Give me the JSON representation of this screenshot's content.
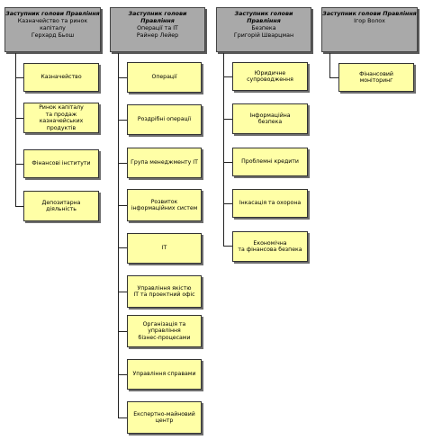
{
  "columns": [
    {
      "head": [
        "Заступник голови Правління",
        "Казначейство та ринок капіталу",
        "Герхард Бьош"
      ],
      "items": [
        "Казначейство",
        "Ринок капіталу\nта продаж казначейських\nпродуктів",
        "Фінансові інститути",
        "Депозитарна діяльність"
      ]
    },
    {
      "head": [
        "Заступник голови Правління",
        "Операції та ІТ",
        "Райнер Лейер"
      ],
      "items": [
        "Операції",
        "Роздрібні операції",
        "Група менеджменту ІТ",
        "Розвиток\nінформаційних систем",
        "ІТ",
        "Управління якістю\nІТ та проектний офіс",
        "Організація та управління\nбізнес-процесами",
        "Управління справами",
        "Експертно-майновий\nцентр"
      ]
    },
    {
      "head": [
        "Заступник голови Правління",
        "Безпека",
        "Григорій Шварцман"
      ],
      "items": [
        "Юридичне супроводження",
        "Інформаційна\nбезпека",
        "Проблемні кредити",
        "Інкасація та охорона",
        "Економічна\nта фінансова безпека"
      ]
    },
    {
      "head": [
        "Заступник голови Правління",
        "Ігор Волох"
      ],
      "items": [
        "Фінансовий моніторинг"
      ]
    }
  ]
}
